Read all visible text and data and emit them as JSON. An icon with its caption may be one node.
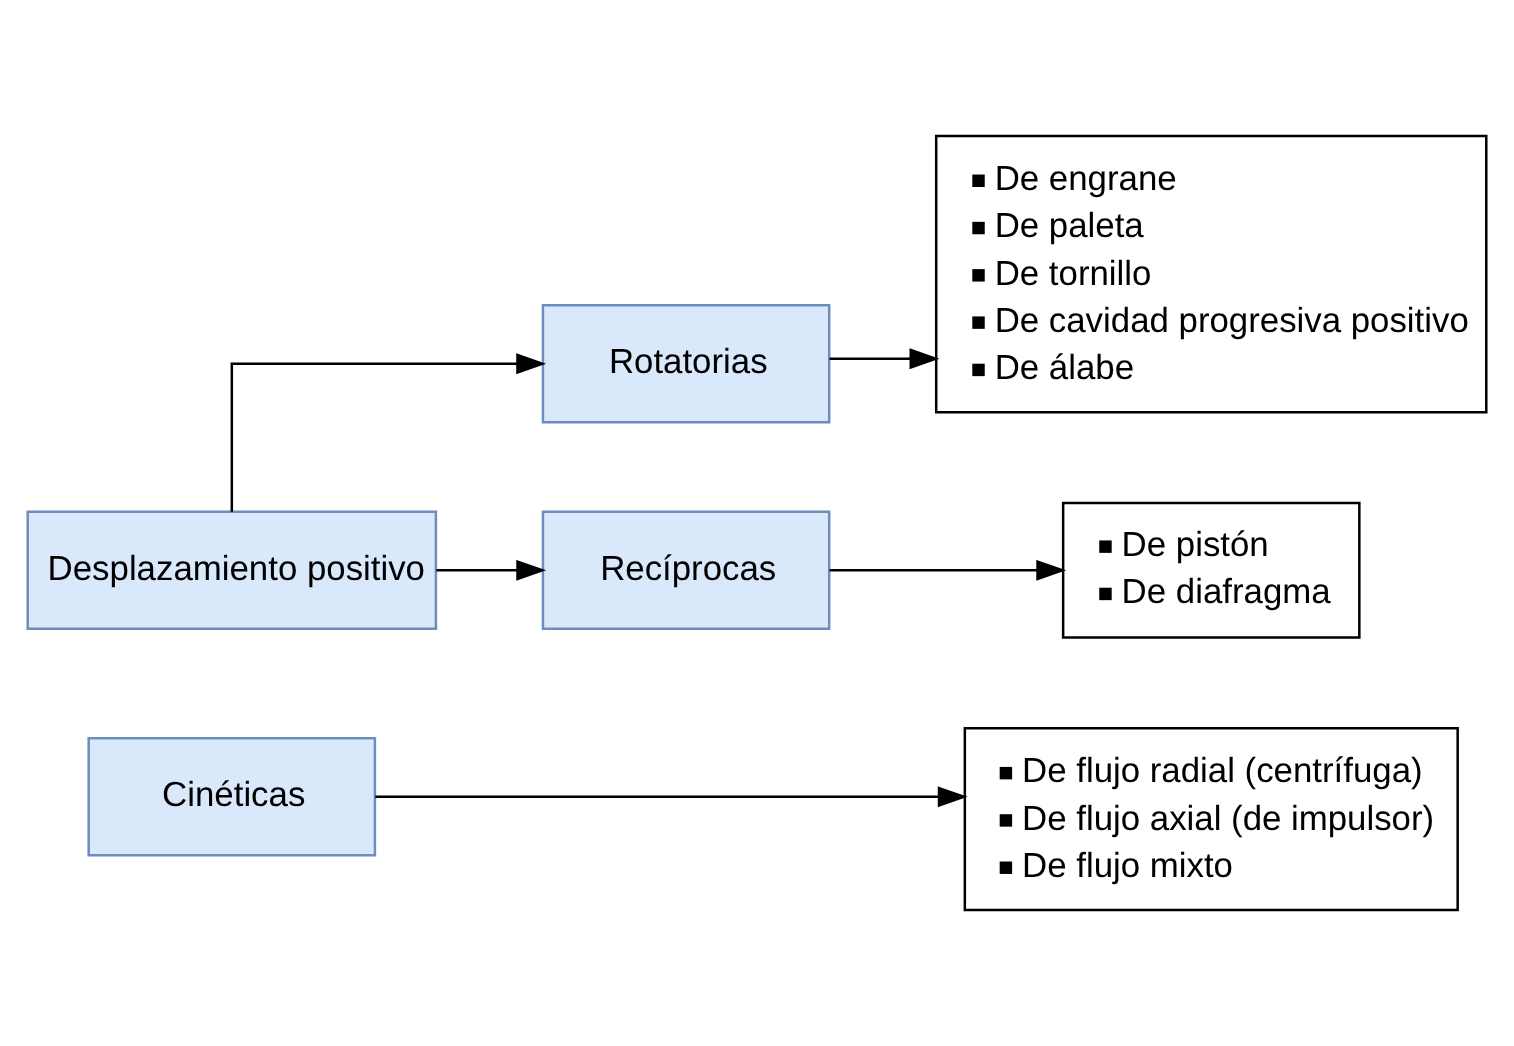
{
  "diagram": {
    "nodes": [
      {
        "text": [
          "Desplazamiento positivo"
        ]
      },
      {
        "text": [
          "Rotatorias"
        ]
      },
      {
        "text": [
          "Recíprocas"
        ]
      },
      {
        "text": [
          "De engrane",
          "De paleta",
          "De tornillo",
          "De cavidad progresiva positivo",
          "De álabe"
        ]
      },
      {
        "text": [
          "De pistón",
          "De diafragma"
        ]
      },
      {
        "text": [
          "Cinéticas"
        ]
      },
      {
        "text": [
          "De flujo radial (centrífuga)",
          "De flujo axial (de impulsor)",
          "De flujo mixto"
        ]
      }
    ],
    "edges": [
      {
        "from": 0,
        "to": 1,
        "arrow": "to"
      },
      {
        "from": 0,
        "to": 2,
        "arrow": "to"
      },
      {
        "from": 1,
        "to": 3,
        "arrow": "to"
      },
      {
        "from": 2,
        "to": 4,
        "arrow": "to"
      },
      {
        "from": 5,
        "to": 6,
        "arrow": "to"
      }
    ]
  }
}
